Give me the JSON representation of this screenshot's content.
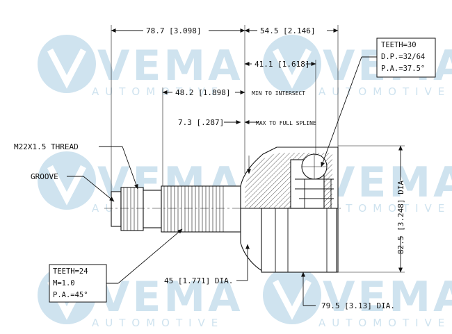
{
  "watermark": {
    "brand": "VEMA",
    "sub": "AUTOMOTIVE"
  },
  "dimensions": {
    "d_78_7": "78.7 [3.098]",
    "d_54_5": "54.5 [2.146]",
    "d_41_1": "41.1 [1.618]",
    "d_48_2": "48.2 [1.898]",
    "min_to_intersect": "MIN TO INTERSECT",
    "d_7_3": "7.3 [.287]",
    "max_to_full_spline": "MAX TO FULL SPLINE",
    "d_82_5": "82.5 [3.248] DIA",
    "d_45": "45 [1.771] DIA.",
    "d_79_5": "79.5 [3.13] DIA."
  },
  "labels": {
    "thread": "M22X1.5 THREAD",
    "groove": "GROOVE"
  },
  "outer_spec": {
    "teeth": "TEETH=30",
    "dp": "D.P.=32/64",
    "pa": "P.A.=37.5°"
  },
  "inner_spec": {
    "teeth": "TEETH=24",
    "m": "M=1.0",
    "pa": "P.A.=45°"
  },
  "colors": {
    "watermark": "#cfe3ef",
    "line": "#111111"
  }
}
